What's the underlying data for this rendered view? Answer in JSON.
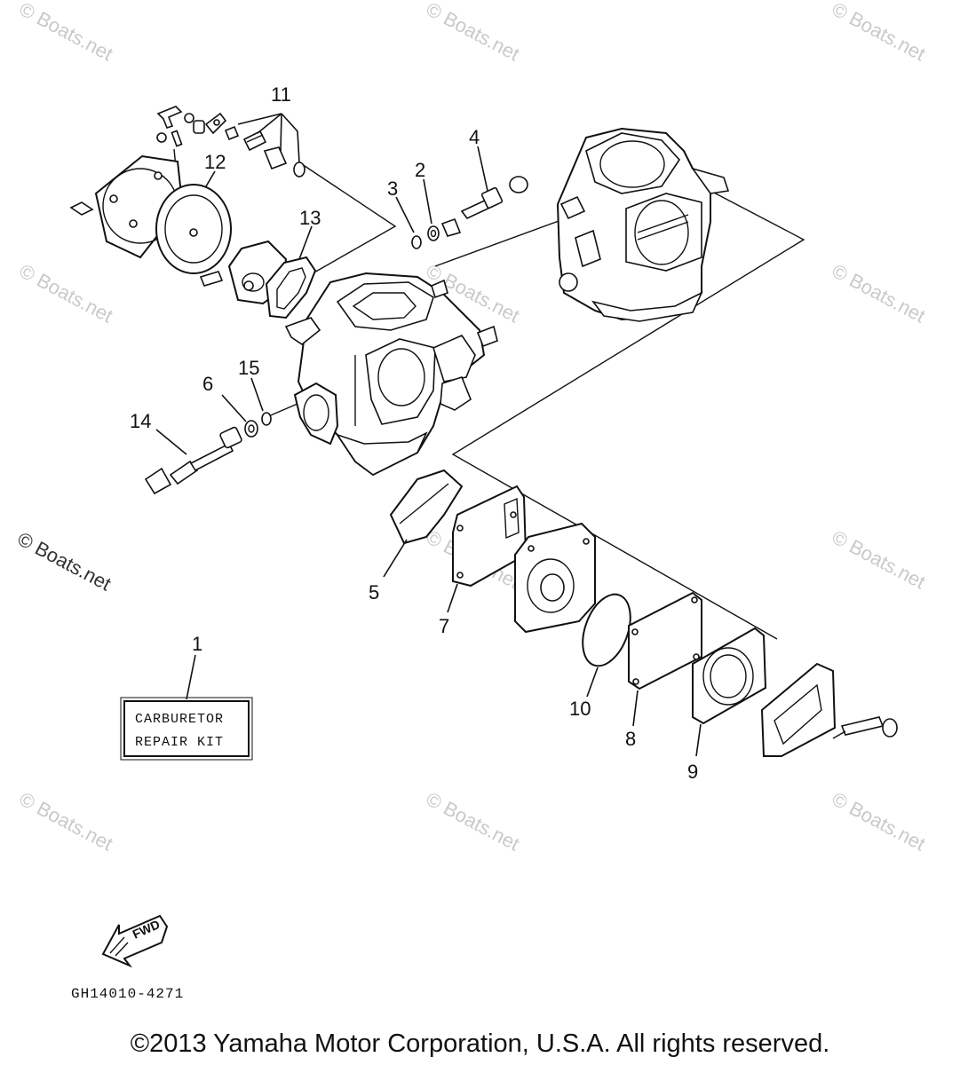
{
  "callouts": {
    "c1": "1",
    "c2": "2",
    "c3": "3",
    "c4": "4",
    "c5": "5",
    "c6": "6",
    "c7": "7",
    "c8": "8",
    "c9": "9",
    "c10": "10",
    "c11": "11",
    "c12": "12",
    "c13": "13",
    "c14": "14",
    "c15": "15"
  },
  "repair_kit": {
    "line1": "CARBURETOR",
    "line2": "REPAIR KIT"
  },
  "fwd_label": "FWD",
  "diagram_code": "GH14010-4271",
  "watermark": "© Boats.net",
  "copyright": "©2013 Yamaha Motor Corporation, U.S.A. All rights reserved.",
  "icons": {
    "fwd_arrow": "fwd-arrow-icon"
  }
}
